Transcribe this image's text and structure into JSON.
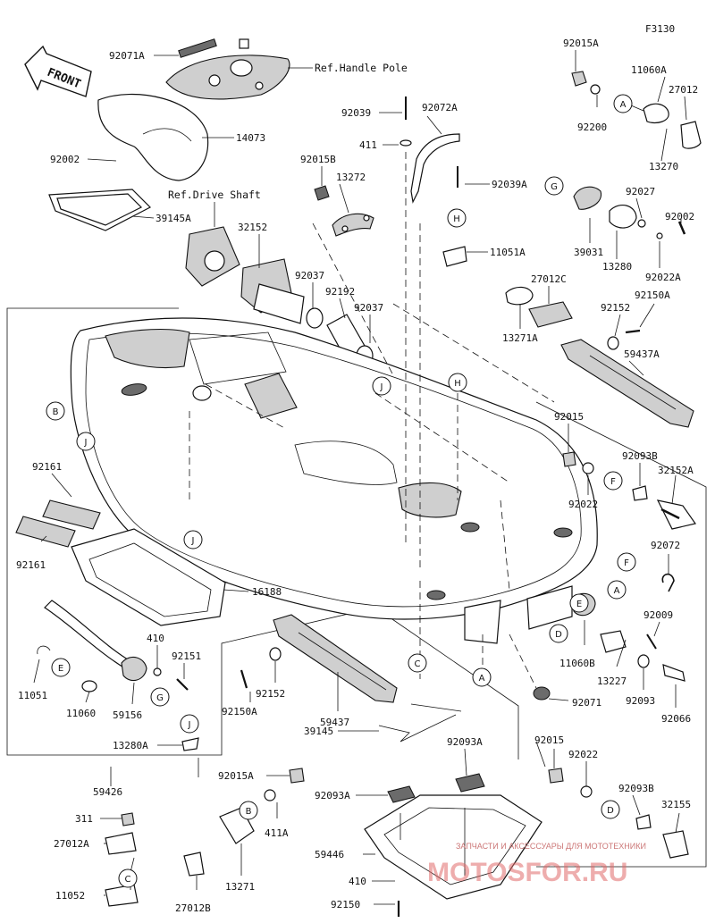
{
  "figure_code": "F3130",
  "front_label": "FRONT",
  "ref_labels": {
    "handle_pole": "Ref.Handle Pole",
    "drive_shaft": "Ref.Drive Shaft"
  },
  "part_labels": {
    "p92071A": "92071A",
    "p14073": "14073",
    "p92002_left": "92002",
    "p39145A": "39145A",
    "p32152": "32152",
    "p92037_a": "92037",
    "p92192": "92192",
    "p92037_b": "92037",
    "p92039": "92039",
    "p92072A": "92072A",
    "p411": "411",
    "p92015B": "92015B",
    "p13272": "13272",
    "p92039A": "92039A",
    "p11051A": "11051A",
    "p92015A_top": "92015A",
    "p11060A": "11060A",
    "p27012": "27012",
    "p92200": "92200",
    "p13270": "13270",
    "p92027": "92027",
    "p92002_right": "92002",
    "p39031": "39031",
    "p13280": "13280",
    "p92022A": "92022A",
    "p27012C": "27012C",
    "p92150A_top": "92150A",
    "p92152_top": "92152",
    "p13271A": "13271A",
    "p59437A": "59437A",
    "p92015_mid": "92015",
    "p92093B_mid": "92093B",
    "p32152A": "32152A",
    "p92022_mid": "92022",
    "p92072": "92072",
    "p92009": "92009",
    "p11060B": "11060B",
    "p13227": "13227",
    "p92093": "92093",
    "p92066": "92066",
    "p92071": "92071",
    "p92161_top": "92161",
    "p92161_bot": "92161",
    "p16188": "16188",
    "p410_left": "410",
    "p92151": "92151",
    "p11051": "11051",
    "p11060": "11060",
    "p59156": "59156",
    "p13280A": "13280A",
    "p92150A_bot": "92150A",
    "p92152_bot": "92152",
    "p59437": "59437",
    "p39145": "39145",
    "p59426": "59426",
    "p311": "311",
    "p27012A": "27012A",
    "p11052": "11052",
    "p92015A_bot": "92015A",
    "p411A": "411A",
    "p13271": "13271",
    "p27012B": "27012B",
    "p92093A_l": "92093A",
    "p92093A_r": "92093A",
    "p59446": "59446",
    "p410_bot": "410",
    "p92150_bot": "92150",
    "p92015_bot": "92015",
    "p92022_bot": "92022",
    "p92093B_bot": "92093B",
    "p32155": "32155"
  },
  "callouts": {
    "A": "A",
    "B": "B",
    "C": "C",
    "D": "D",
    "E": "E",
    "F": "F",
    "G": "G",
    "H": "H",
    "J": "J"
  },
  "watermark": {
    "line1": "ЗАПЧАСТИ И АКСЕССУАРЫ ДЛЯ МОТОТЕХНИКИ",
    "line2": "MOTOSFOR.RU"
  }
}
